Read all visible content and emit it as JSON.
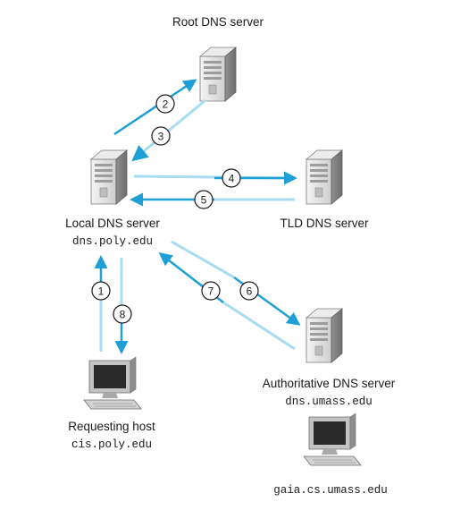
{
  "colors": {
    "arrow_dark": "#1e9fd6",
    "arrow_light": "#a7dcf1",
    "server_light": "#e4e4e4",
    "server_dark": "#9a9a9a",
    "monitor_frame": "#b9b9b9",
    "monitor_screen": "#2a2a2a"
  },
  "nodes": {
    "root": {
      "title": "Root DNS server",
      "icon": "server-icon"
    },
    "local": {
      "title": "Local DNS server",
      "host": "dns.poly.edu",
      "icon": "server-icon"
    },
    "tld": {
      "title": "TLD DNS server",
      "icon": "server-icon"
    },
    "authoritative": {
      "title": "Authoritative DNS server",
      "host": "dns.umass.edu",
      "icon": "server-icon"
    },
    "requesting": {
      "title": "Requesting host",
      "host": "cis.poly.edu",
      "icon": "computer-icon"
    },
    "target": {
      "host": "gaia.cs.umass.edu",
      "icon": "computer-icon"
    }
  },
  "steps": [
    "1",
    "2",
    "3",
    "4",
    "5",
    "6",
    "7",
    "8"
  ]
}
